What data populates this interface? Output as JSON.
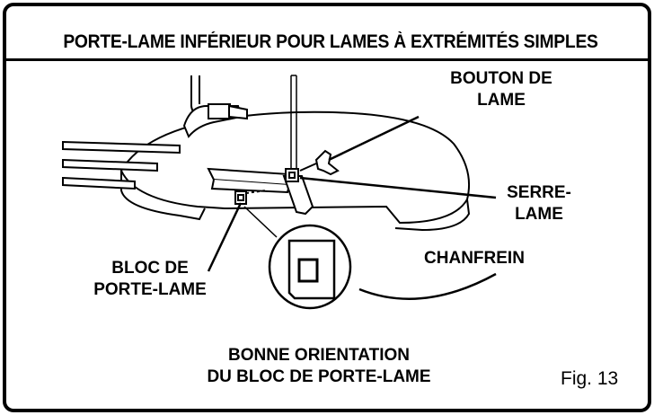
{
  "title": "PORTE-LAME INFÉRIEUR POUR LAMES À EXTRÉMITÉS SIMPLES",
  "labels": {
    "bouton_line1": "BOUTON DE",
    "bouton_line2": "LAME",
    "serre_line1": "SERRE-",
    "serre_line2": "LAME",
    "bloc_line1": "BLOC DE",
    "bloc_line2": "PORTE-LAME",
    "chanfrein": "CHANFREIN",
    "orientation_line1": "BONNE ORIENTATION",
    "orientation_line2": "DU BLOC DE PORTE-LAME"
  },
  "figure_number": "Fig. 13"
}
